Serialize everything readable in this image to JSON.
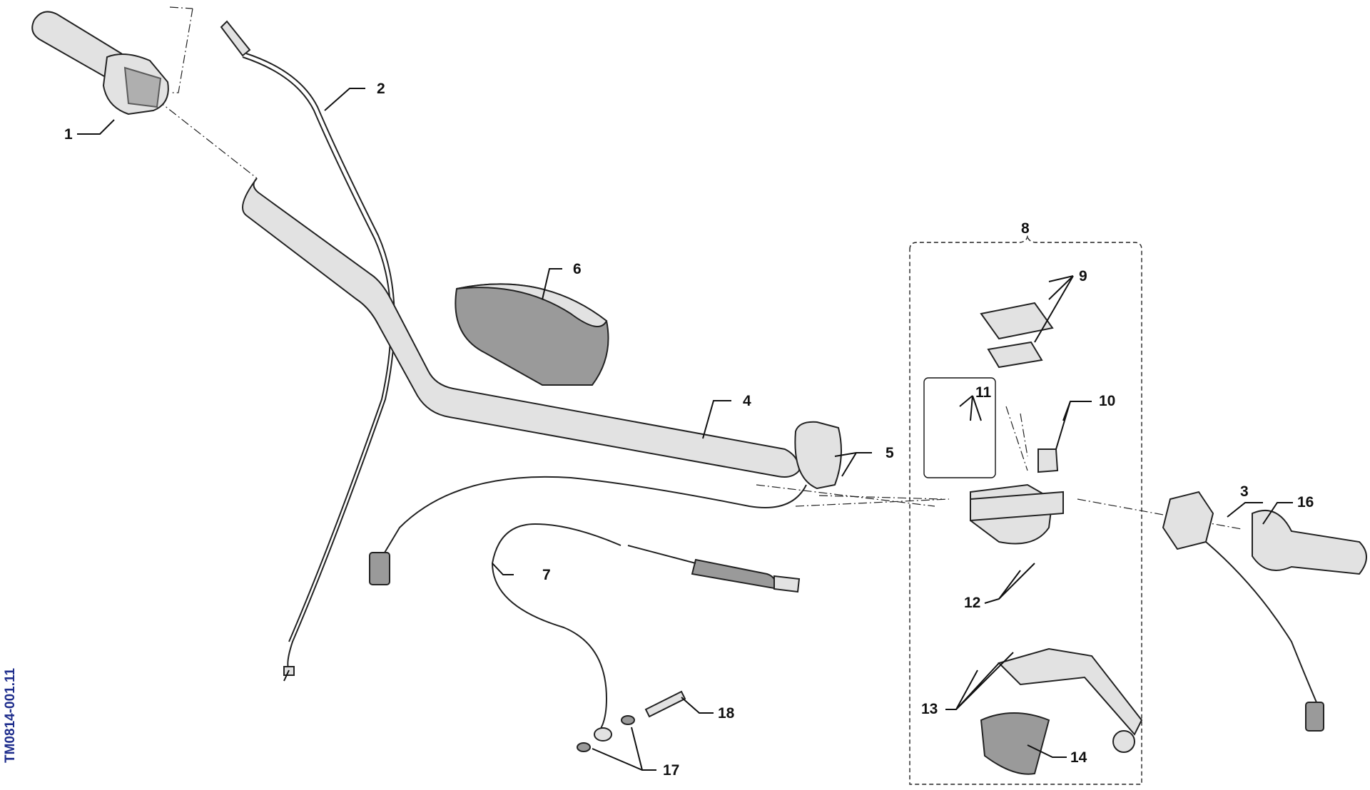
{
  "drawing_code": "TM0814-001.11",
  "callouts": {
    "c1": "1",
    "c2": "2",
    "c3": "3",
    "c4": "4",
    "c5": "5",
    "c6": "6",
    "c7": "7",
    "c8": "8",
    "c9": "9",
    "c10": "10",
    "c11": "11",
    "c12": "12",
    "c13": "13",
    "c14": "14",
    "c16": "16",
    "c17": "17",
    "c18": "18"
  }
}
